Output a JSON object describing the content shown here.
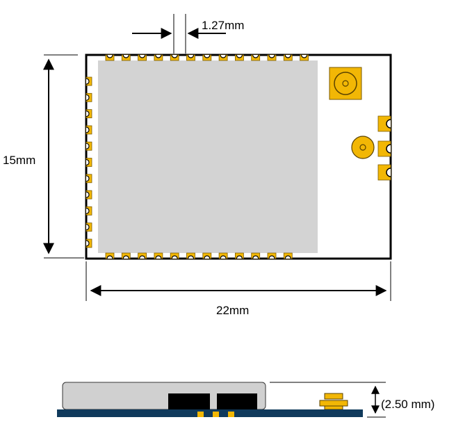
{
  "labels": {
    "pitch": "1.27mm",
    "height": "15mm",
    "width": "22mm",
    "thickness": "(2.50 mm)"
  },
  "colors": {
    "outline": "#000000",
    "shield": "#d3d3d3",
    "pad_gold": "#f2b705",
    "pad_edge": "#7a5a00",
    "pcb": "#103a5c",
    "shield_side": "#d0d0d0",
    "component": "#000000"
  },
  "top_view": {
    "top_row_pad_count": 13,
    "bottom_row_pad_count": 12,
    "left_column_pad_count": 11,
    "right_pad_count": 3,
    "connector_icons": [
      "ufl-connector-icon",
      "antenna-pad-icon"
    ]
  }
}
